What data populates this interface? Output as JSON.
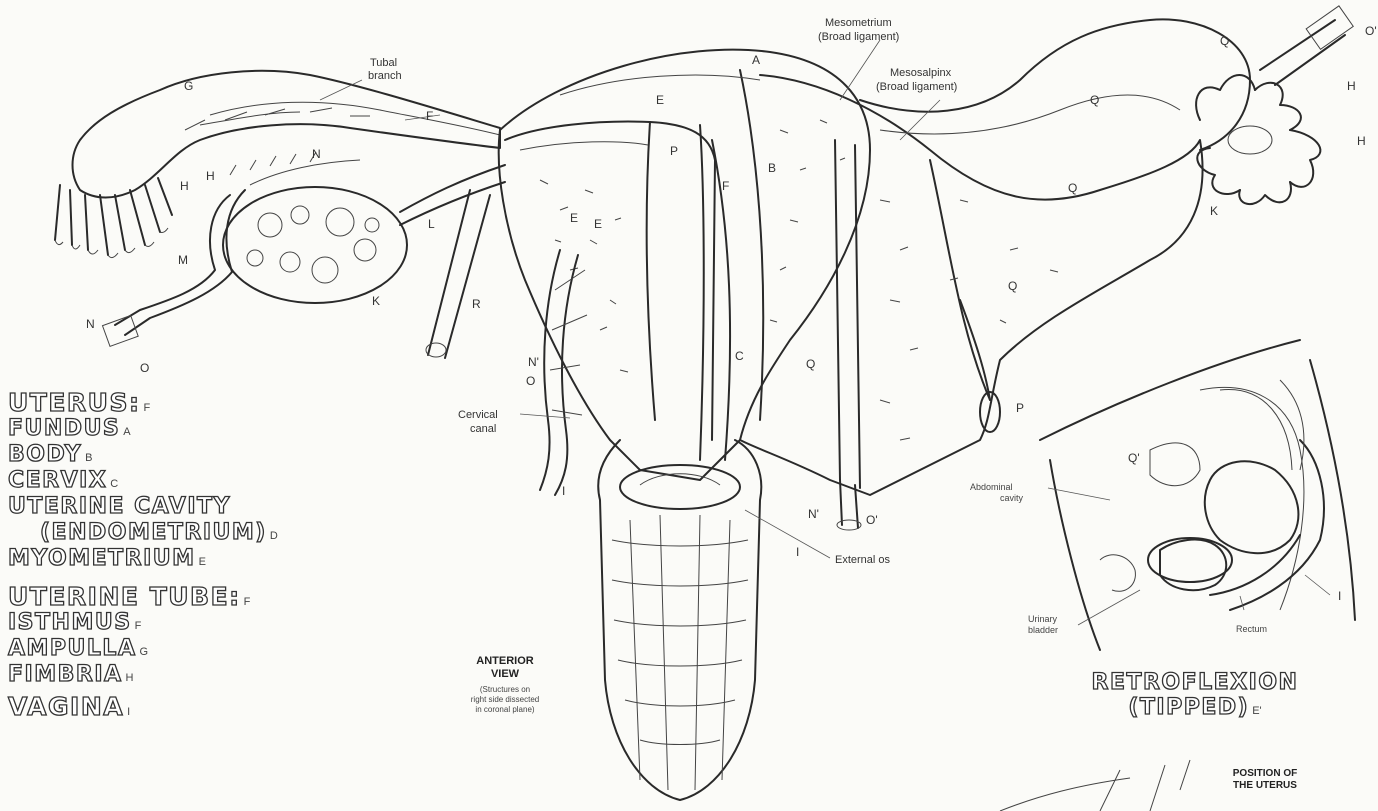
{
  "title_list": {
    "uterus": {
      "label": "UTERUS:",
      "sub": "F"
    },
    "fundus": {
      "label": "FUNDUS",
      "sub": "A"
    },
    "body": {
      "label": "BODY",
      "sub": "B"
    },
    "cervix": {
      "label": "CERVIX",
      "sub": "C"
    },
    "uterine_cavity_1": {
      "label": "UTERINE CAVITY"
    },
    "uterine_cavity_2": {
      "label": "(ENDOMETRIUM)",
      "sub": "D"
    },
    "myometrium": {
      "label": "MYOMETRIUM",
      "sub": "E"
    },
    "uterine_tube": {
      "label": "UTERINE TUBE:",
      "sub": "F"
    },
    "isthmus": {
      "label": "ISTHMUS",
      "sub": "F"
    },
    "ampulla": {
      "label": "AMPULLA",
      "sub": "G"
    },
    "fimbria": {
      "label": "FIMBRIA",
      "sub": "H"
    },
    "vagina": {
      "label": "VAGINA",
      "sub": "I"
    }
  },
  "anterior_view": {
    "title_line1": "ANTERIOR",
    "title_line2": "VIEW",
    "note_line1": "(Structures on",
    "note_line2": "right side dissected",
    "note_line3": "in coronal plane)"
  },
  "retroflexion": {
    "line1": "RETROFLEXION",
    "line2": "(TIPPED)",
    "sub": "E'"
  },
  "position_title": {
    "line1": "POSITION OF",
    "line2": "THE UTERUS"
  },
  "annotations": {
    "tubal_branch_1": "Tubal",
    "tubal_branch_2": "branch",
    "mesometrium_1": "Mesometrium",
    "mesometrium_2": "(Broad ligament)",
    "mesosalpinx_1": "Mesosalpinx",
    "mesosalpinx_2": "(Broad ligament)",
    "cervical_canal_1": "Cervical",
    "cervical_canal_2": "canal",
    "external_os": "External os",
    "abdominal_cavity_1": "Abdominal",
    "abdominal_cavity_2": "cavity",
    "urinary_bladder_1": "Urinary",
    "urinary_bladder_2": "bladder",
    "rectum": "Rectum"
  },
  "letters": {
    "A": "A",
    "B": "B",
    "C": "C",
    "E1": "E",
    "E2": "E",
    "E3": "E",
    "F1": "F",
    "F2": "F",
    "G": "G",
    "H1": "H",
    "H2": "H",
    "H3": "H",
    "H4": "H",
    "I1": "I",
    "I2": "I",
    "I3": "I",
    "K1": "K",
    "K2": "K",
    "L": "L",
    "M": "M",
    "N1": "N",
    "N2": "N",
    "N3": "N'",
    "N4": "N'",
    "O1": "O",
    "O2": "O",
    "O3": "O'",
    "O4": "O'",
    "P1": "P",
    "P2": "P",
    "Q1": "Q",
    "Q2": "Q",
    "Q3": "Q",
    "Q4": "Q",
    "Q5": "Q",
    "Q6": "Q'",
    "R": "R"
  }
}
